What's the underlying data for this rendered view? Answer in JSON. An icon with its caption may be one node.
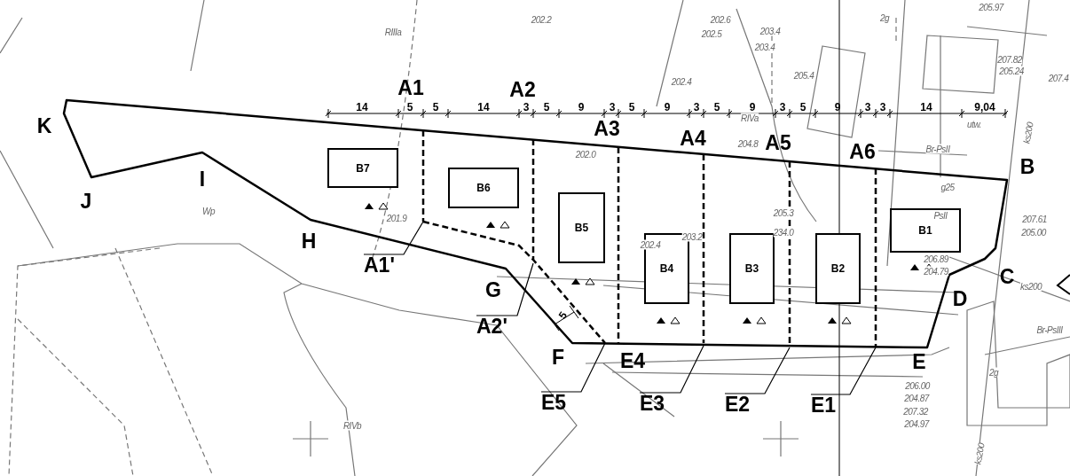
{
  "diagram": {
    "nodes": [
      {
        "text": [
          "B7"
        ]
      },
      {
        "text": [
          "B6"
        ]
      },
      {
        "text": [
          "B5"
        ]
      },
      {
        "text": [
          "B4"
        ]
      },
      {
        "text": [
          "B3"
        ]
      },
      {
        "text": [
          "B2"
        ]
      },
      {
        "text": [
          "B1"
        ],
        "beside": [
          "206.89",
          "204.79"
        ]
      },
      {
        "text": [
          "A1'"
        ]
      },
      {
        "text": [
          "A2'"
        ]
      },
      {
        "text": [
          "E5"
        ]
      },
      {
        "text": [
          "E3"
        ]
      },
      {
        "text": [
          "E2"
        ]
      },
      {
        "text": [
          "E1"
        ]
      }
    ],
    "edges": [
      {
        "from": 7,
        "to": null,
        "arrow": "none"
      },
      {
        "from": 8,
        "to": null,
        "arrow": "none"
      },
      {
        "from": 9,
        "to": null,
        "arrow": "none"
      },
      {
        "from": 10,
        "to": null,
        "arrow": "none"
      },
      {
        "from": 11,
        "to": null,
        "arrow": "none"
      },
      {
        "from": 12,
        "to": null,
        "arrow": "none"
      }
    ],
    "labels": [
      "202.2",
      "202.6",
      "2g",
      "205.97",
      "RIIIa",
      "202.5",
      "203.4",
      "203.4",
      "207.82",
      "202.4",
      "205.4",
      "205.24",
      "207.4",
      "A1",
      "A2",
      "14",
      "5",
      "5",
      "14",
      "3",
      "5",
      "9",
      "3",
      "5",
      "9",
      "3",
      "5",
      "9",
      "3",
      "5",
      "9",
      "3",
      "3",
      "14",
      "9,04",
      "RIVa",
      "utw.",
      "ks200",
      "K",
      "A3",
      "202.0",
      "A4",
      "204.8",
      "A5",
      "A6",
      "Br-PsII",
      "B",
      "I",
      "g25",
      "J",
      "Wp",
      "201.9",
      "205.3",
      "PsII",
      "207.61",
      "234.0",
      "205.00",
      "H",
      "202.4",
      "203.2",
      "G",
      "D",
      "C",
      "ks200",
      "5",
      "Br-PsIII",
      "F",
      "E4",
      "E",
      "2g",
      "206.00",
      "204.87",
      "207.32",
      "RIVb",
      "204.97",
      "ks200"
    ]
  }
}
